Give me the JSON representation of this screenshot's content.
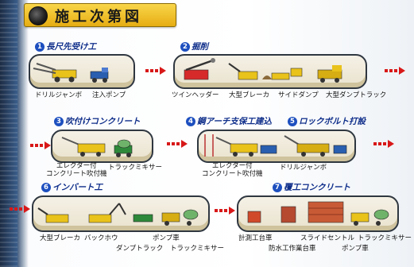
{
  "title": "施工次第図",
  "steps": [
    {
      "num": "1",
      "label": "長尺先受け工",
      "captions": [
        "ドリルジャンボ",
        "注入ポンプ"
      ]
    },
    {
      "num": "2",
      "label": "掘削",
      "captions": [
        "ツインヘッダー",
        "大型ブレーカ",
        "サイドダンプ",
        "大型ダンプトラック"
      ]
    },
    {
      "num": "3",
      "label": "吹付けコンクリート",
      "captions": [
        "エレクター付\nコンクリート吹付機",
        "トラックミキサー"
      ]
    },
    {
      "num": "4",
      "label": "鋼アーチ支保工建込",
      "captions": [
        "エレクター付\nコンクリート吹付機"
      ]
    },
    {
      "num": "5",
      "label": "ロックボルト打設",
      "captions": [
        "ドリルジャンボ"
      ]
    },
    {
      "num": "6",
      "label": "インバート工",
      "captions": [
        "大型ブレーカ",
        "バックホウ",
        "ポンプ車",
        "ダンプトラック",
        "トラックミキサー"
      ]
    },
    {
      "num": "7",
      "label": "覆工コンクリート",
      "captions": [
        "計測工台車",
        "スライドセントル",
        "トラックミキサー",
        "防水工作業台車",
        "ポンプ車"
      ]
    }
  ],
  "colors": {
    "accent": "#f0c030",
    "step_text": "#0f2e8a",
    "arrow": "#d81818",
    "machine_yellow": "#e9c21a",
    "machine_green": "#2e8a3a",
    "machine_blue": "#2a5fb0"
  }
}
